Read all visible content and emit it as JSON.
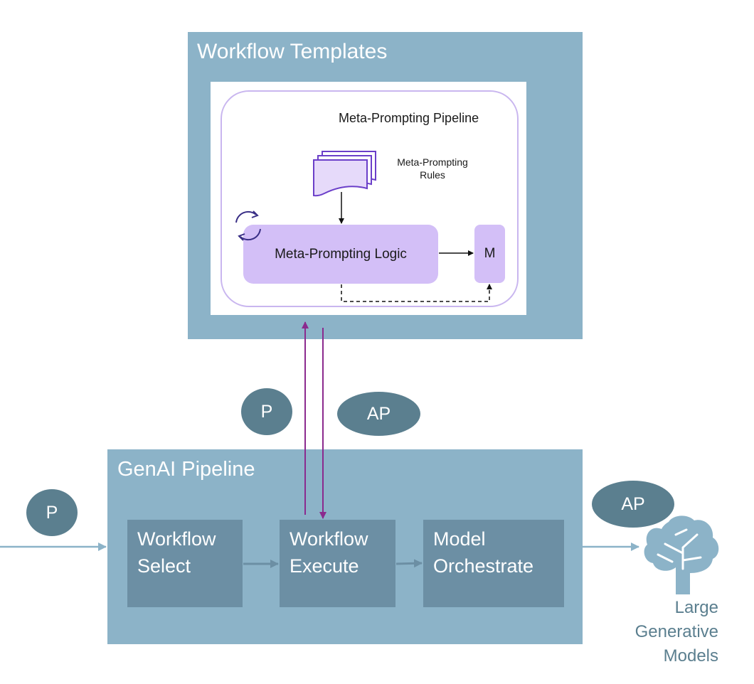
{
  "workflow_templates": {
    "title": "Workflow Templates",
    "pipeline_title": "Meta-Prompting Pipeline",
    "rules_label": "Meta-Prompting\nRules",
    "logic_label": "Meta-Prompting Logic",
    "m_label": "M",
    "icons": [
      "document-stack-icon",
      "refresh-cycle-icon"
    ]
  },
  "exchange": {
    "p_badge": "P",
    "ap_badge": "AP"
  },
  "genai_pipeline": {
    "title": "GenAI Pipeline",
    "stages": [
      {
        "label": "Workflow\nSelect"
      },
      {
        "label": "Workflow\nExecute"
      },
      {
        "label": "Model\nOrchestrate"
      }
    ]
  },
  "input": {
    "p_badge": "P"
  },
  "output": {
    "ap_badge": "AP",
    "models_label": "Large\nGenerative\nModels",
    "icon": "brain-icon"
  },
  "colors": {
    "panel": "#8cb3c8",
    "stage": "#6c8fa4",
    "badge": "#5b7f8f",
    "purple_box": "#d3bff7",
    "purple_line": "#8b2a8e",
    "frame": "#c9b6ef"
  }
}
